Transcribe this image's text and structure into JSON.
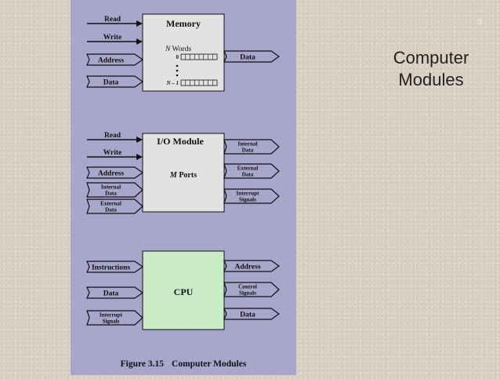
{
  "slide": {
    "number": "3",
    "title_line1": "Computer",
    "title_line2": "Modules"
  },
  "memory": {
    "title": "Memory",
    "words_label_italic": "N",
    "words_label_rest": " Words",
    "row_first": "0",
    "row_last": "N – 1",
    "inputs": [
      "Read",
      "Write",
      "Address",
      "Data"
    ],
    "outputs": [
      "Data"
    ]
  },
  "io_module": {
    "title": "I/O Module",
    "ports_italic": "M",
    "ports_rest": " Ports",
    "inputs": [
      "Read",
      "Write",
      "Address",
      [
        "Internal",
        "Data"
      ],
      [
        "External",
        "Data"
      ]
    ],
    "outputs": [
      [
        "Internal",
        "Data"
      ],
      [
        "External",
        "Data"
      ],
      [
        "Interrupt",
        "Signals"
      ]
    ]
  },
  "cpu": {
    "title": "CPU",
    "inputs": [
      "Instructions",
      "Data",
      [
        "Interrupt",
        "Signals"
      ]
    ],
    "outputs": [
      "Address",
      [
        "Control",
        "Signals"
      ],
      "Data"
    ]
  },
  "caption": {
    "figure_number": "Figure 3.15",
    "figure_title": "Computer Modules"
  },
  "colors": {
    "panel": "#a9a6cc",
    "box_gray": "#e2e2e2",
    "box_green": "#c9ecc6",
    "stroke": "#111111",
    "slide_bg": "#d9d1c3"
  }
}
